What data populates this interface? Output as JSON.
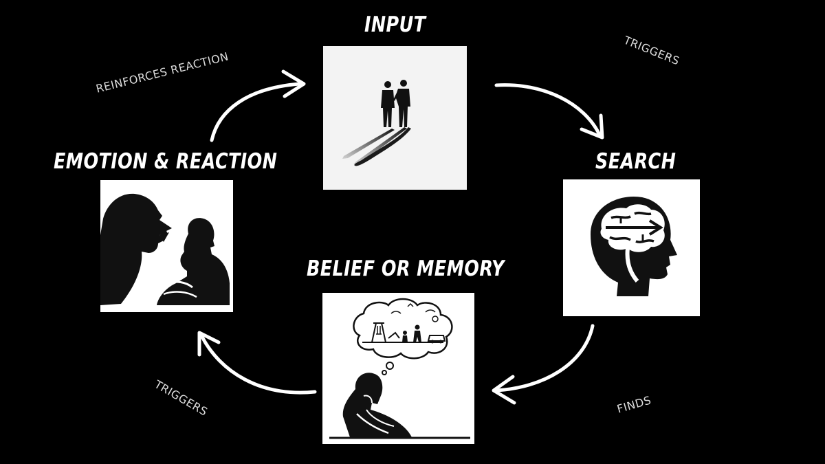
{
  "diagram": {
    "nodes": [
      {
        "id": "input",
        "title": "INPUT",
        "icon": "two-people-talking-icon"
      },
      {
        "id": "search",
        "title": "SEARCH",
        "icon": "brain-head-profile-icon"
      },
      {
        "id": "belief",
        "title": "BELIEF OR MEMORY",
        "icon": "thinking-person-memory-icon"
      },
      {
        "id": "emotion",
        "title": "EMOTION & REACTION",
        "icon": "people-arguing-icon"
      }
    ],
    "edges": [
      {
        "from": "input",
        "to": "search",
        "label": "TRIGGERS"
      },
      {
        "from": "search",
        "to": "belief",
        "label": "FINDS"
      },
      {
        "from": "belief",
        "to": "emotion",
        "label": "TRIGGERS"
      },
      {
        "from": "emotion",
        "to": "input",
        "label": "REINFORCES REACTION"
      }
    ],
    "colors": {
      "background": "#000000",
      "text": "#ffffff",
      "panel_light": "#f3f3f3",
      "panel_white": "#ffffff"
    }
  }
}
